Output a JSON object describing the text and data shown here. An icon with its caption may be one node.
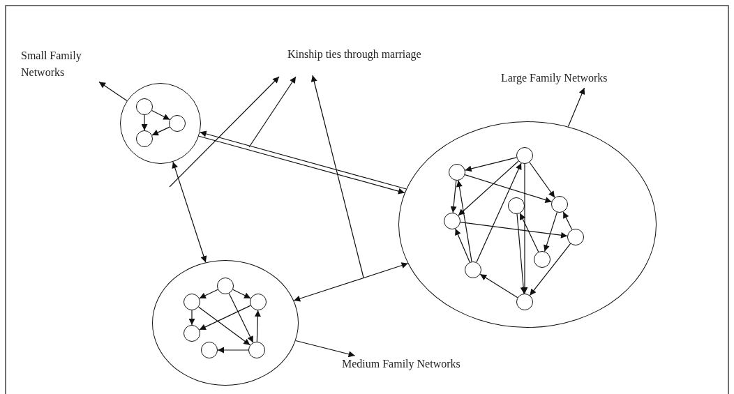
{
  "diagram": {
    "nodes": [
      {
        "text": [
          "Small Family Networks"
        ]
      },
      {
        "text": [
          "Kinship ties through  marriage"
        ]
      },
      {
        "text": [
          "Large Family Networks"
        ]
      },
      {
        "text": [],
        "shape": "circle"
      },
      {
        "text": [],
        "shape": "circle",
        "in": 3
      },
      {
        "text": [],
        "shape": "circle",
        "in": 3
      },
      {
        "text": [],
        "shape": "circle",
        "in": 3
      },
      {
        "text": [],
        "shape": "circle"
      },
      {
        "text": [],
        "shape": "circle",
        "in": 7
      },
      {
        "text": [],
        "shape": "circle",
        "in": 7
      },
      {
        "text": [],
        "shape": "circle",
        "in": 7
      },
      {
        "text": [],
        "shape": "circle",
        "in": 7
      },
      {
        "text": [],
        "shape": "circle",
        "in": 7
      },
      {
        "text": [],
        "shape": "circle",
        "in": 7
      },
      {
        "text": [],
        "shape": "circle"
      },
      {
        "text": [],
        "shape": "circle",
        "in": 14
      },
      {
        "text": [],
        "shape": "circle",
        "in": 14
      },
      {
        "text": [],
        "shape": "circle",
        "in": 14
      },
      {
        "text": [],
        "shape": "circle",
        "in": 14
      },
      {
        "text": [],
        "shape": "circle",
        "in": 14
      },
      {
        "text": [],
        "shape": "circle",
        "in": 14
      },
      {
        "text": [],
        "shape": "circle",
        "in": 14
      },
      {
        "text": [],
        "shape": "circle",
        "in": 14
      },
      {
        "text": [],
        "shape": "circle",
        "in": 14
      },
      {
        "text": [
          "Medium Family Networks"
        ]
      }
    ],
    "edges": [
      {
        "from": 3,
        "to": 0,
        "arrow": "to"
      },
      {
        "from": 3,
        "to": 7,
        "arrow": "both"
      },
      {
        "from": 14,
        "to": 3,
        "arrow": "to"
      },
      {
        "from": 3,
        "to": 14,
        "arrow": "to"
      },
      {
        "from": 7,
        "to": 14,
        "arrow": "both"
      },
      {
        "from": null,
        "to": 1,
        "arrow": "to"
      },
      {
        "from": null,
        "to": 1,
        "arrow": "to"
      },
      {
        "from": null,
        "to": 1,
        "arrow": "to"
      },
      {
        "from": 14,
        "to": 2,
        "arrow": "to"
      },
      {
        "from": 7,
        "to": 24,
        "arrow": "to"
      },
      {
        "from": 4,
        "to": 5,
        "arrow": "to"
      },
      {
        "from": 4,
        "to": 6,
        "arrow": "to"
      },
      {
        "from": 5,
        "to": 6,
        "arrow": "to"
      },
      {
        "from": 8,
        "to": 9,
        "arrow": "to"
      },
      {
        "from": 8,
        "to": 10,
        "arrow": "to"
      },
      {
        "from": 9,
        "to": 11,
        "arrow": "to"
      },
      {
        "from": 10,
        "to": 11,
        "arrow": "to"
      },
      {
        "from": 9,
        "to": 13,
        "arrow": "to"
      },
      {
        "from": 8,
        "to": 13,
        "arrow": "to"
      },
      {
        "from": 13,
        "to": 12,
        "arrow": "to"
      },
      {
        "from": 13,
        "to": 10,
        "arrow": "to"
      },
      {
        "from": 16,
        "to": 15,
        "arrow": "to"
      },
      {
        "from": 15,
        "to": 18,
        "arrow": "to"
      },
      {
        "from": 15,
        "to": 19,
        "arrow": "to"
      },
      {
        "from": 16,
        "to": 18,
        "arrow": "to"
      },
      {
        "from": 22,
        "to": 19,
        "arrow": "to"
      },
      {
        "from": 22,
        "to": 15,
        "arrow": "to"
      },
      {
        "from": 22,
        "to": 16,
        "arrow": "to"
      },
      {
        "from": 16,
        "to": 23,
        "arrow": "to"
      },
      {
        "from": 17,
        "to": 23,
        "arrow": "to"
      },
      {
        "from": 23,
        "to": 22,
        "arrow": "to"
      },
      {
        "from": 20,
        "to": 23,
        "arrow": "to"
      },
      {
        "from": 16,
        "to": 19,
        "arrow": "to"
      },
      {
        "from": 18,
        "to": 21,
        "arrow": "to"
      },
      {
        "from": 19,
        "to": 20,
        "arrow": "to"
      },
      {
        "from": 21,
        "to": 17,
        "arrow": "to"
      },
      {
        "from": 20,
        "to": 18,
        "arrow": "to"
      }
    ]
  }
}
